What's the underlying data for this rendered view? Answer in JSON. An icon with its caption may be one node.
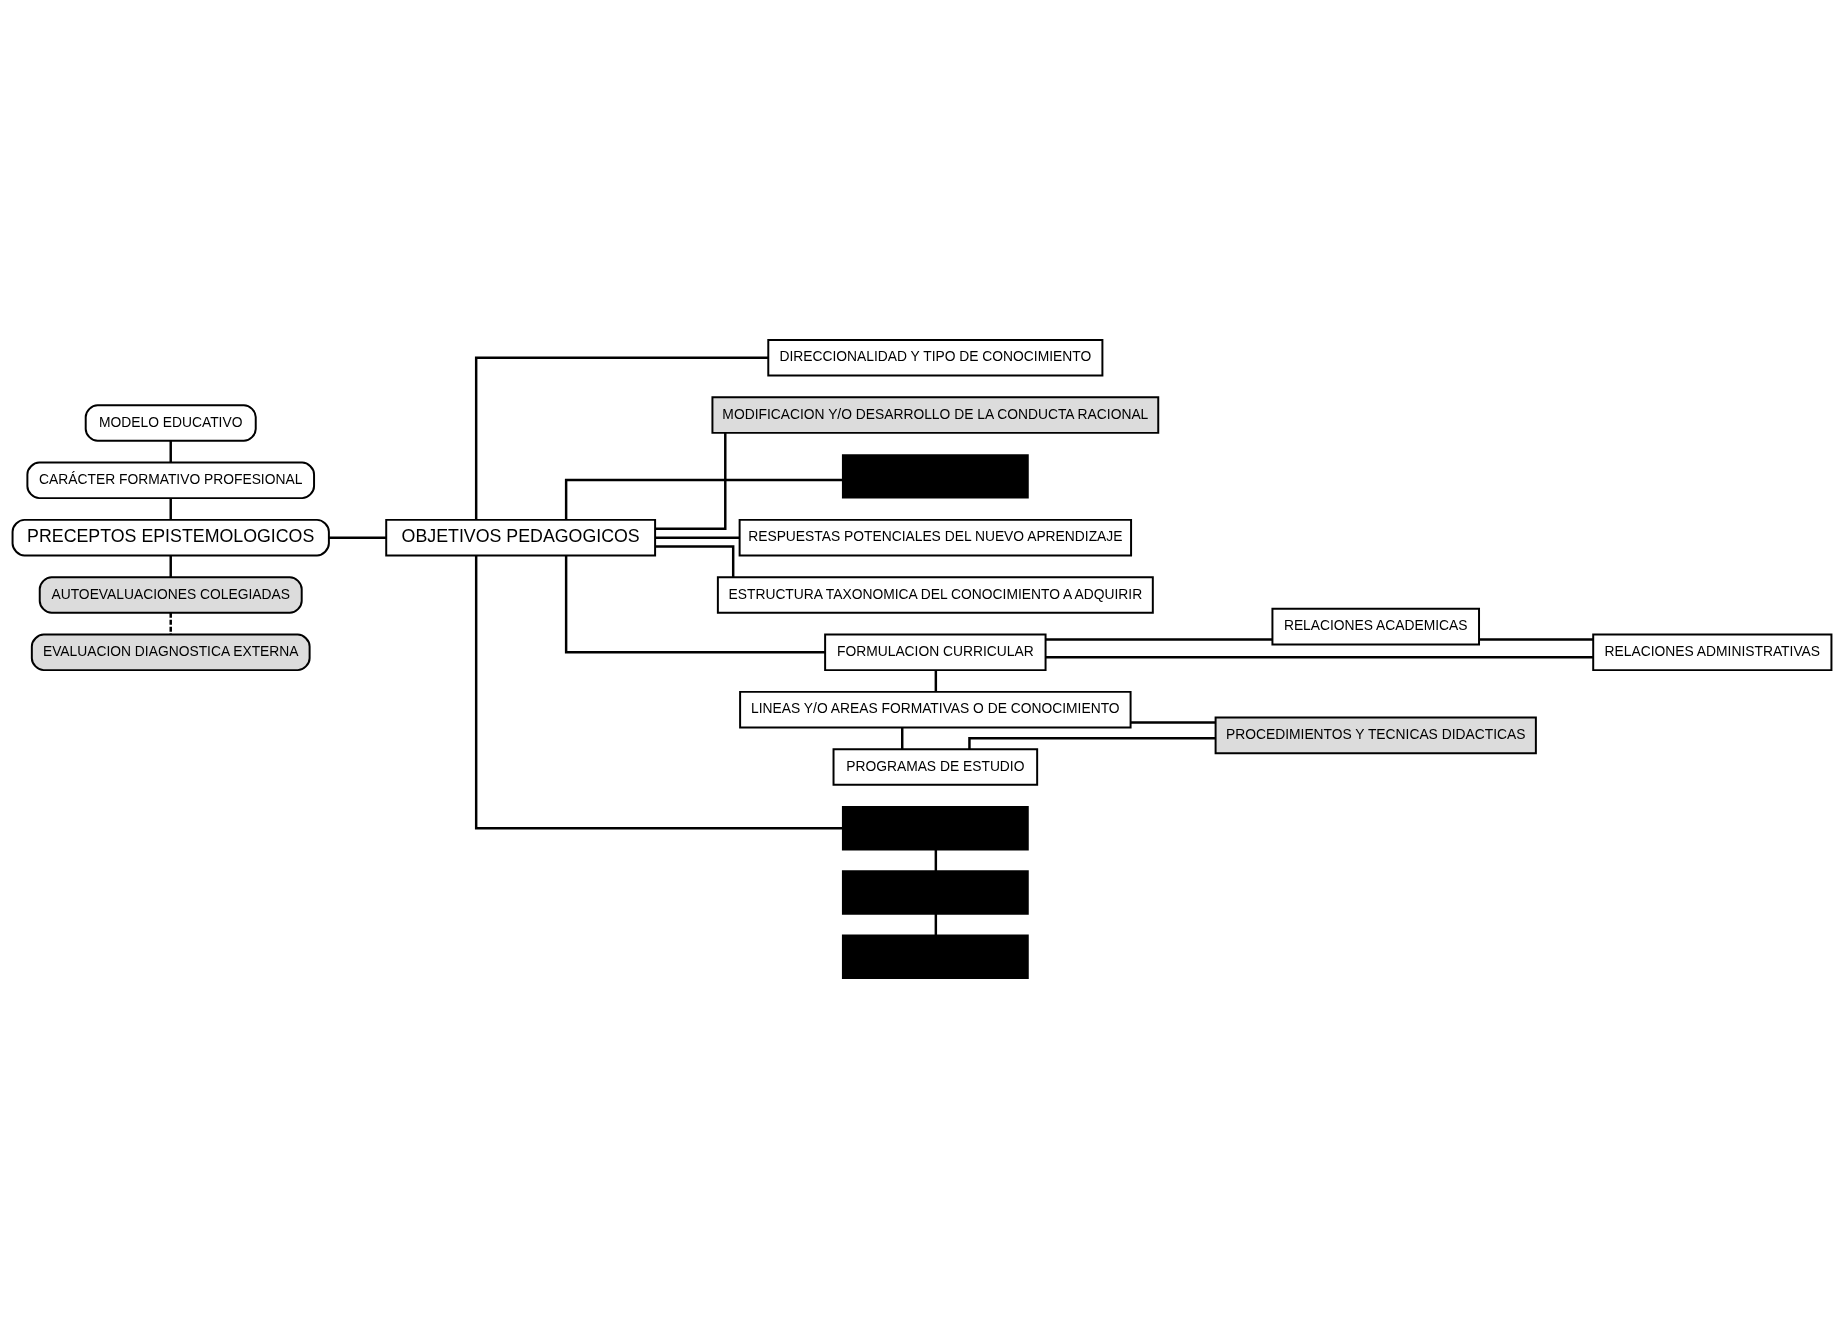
{
  "diagram": {
    "nodes": [
      {
        "text": [
          "MODELO EDUCATIVO"
        ]
      },
      {
        "text": [
          "CARÁCTER FORMATIVO PROFESIONAL"
        ]
      },
      {
        "text": [
          "PRECEPTOS EPISTEMOLOGICOS"
        ]
      },
      {
        "text": [
          "OBJETIVOS PEDAGOGICOS"
        ]
      },
      {
        "text": [
          "DIRECCIONALIDAD Y TIPO DE CONOCIMIENTO"
        ]
      },
      {
        "text": [
          "MODIFICACION Y/O DESARROLLO DE LA CONDUCTA RACIONAL"
        ]
      },
      {
        "text": [],
        "shape": "box"
      },
      {
        "text": [
          "RESPUESTAS POTENCIALES DEL NUEVO APRENDIZAJE"
        ]
      },
      {
        "text": [
          "ESTRUCTURA TAXONOMICA DEL CONOCIMIENTO A ADQUIRIR"
        ]
      },
      {
        "text": [
          "FORMULACION CURRICULAR"
        ]
      },
      {
        "text": [
          "RELACIONES ACADEMICAS"
        ]
      },
      {
        "text": [
          "RELACIONES ADMINISTRATIVAS"
        ]
      },
      {
        "text": [
          "LINEAS Y/O AREAS FORMATIVAS O DE CONOCIMIENTO"
        ]
      },
      {
        "text": [
          "PROCEDIMIENTOS Y TECNICAS DIDACTICAS"
        ]
      },
      {
        "text": [
          "PROGRAMAS DE ESTUDIO"
        ]
      },
      {
        "text": [
          "AUTOEVALUACIONES COLEGIADAS"
        ]
      },
      {
        "text": [
          "EVALUACION DIAGNOSTICA EXTERNA"
        ]
      },
      {
        "text": [],
        "shape": "box"
      },
      {
        "text": [],
        "shape": "box"
      },
      {
        "text": [],
        "shape": "box"
      }
    ],
    "edges": [
      {
        "from": 0,
        "to": 1,
        "arrow": "none"
      },
      {
        "from": 1,
        "to": 2,
        "arrow": "none"
      },
      {
        "from": 2,
        "to": 3,
        "arrow": "none"
      },
      {
        "from": 2,
        "to": 15,
        "arrow": "none"
      },
      {
        "from": 15,
        "to": 16,
        "arrow": "none",
        "style": "dashed"
      },
      {
        "from": 3,
        "to": 4,
        "arrow": "none"
      },
      {
        "from": 3,
        "to": 5,
        "arrow": "none"
      },
      {
        "from": 3,
        "to": 6,
        "arrow": "none"
      },
      {
        "from": 3,
        "to": 7,
        "arrow": "none"
      },
      {
        "from": 3,
        "to": 8,
        "arrow": "none"
      },
      {
        "from": 3,
        "to": 9,
        "arrow": "none"
      },
      {
        "from": 3,
        "to": 17,
        "arrow": "none"
      },
      {
        "from": 9,
        "to": 10,
        "arrow": "none"
      },
      {
        "from": 9,
        "to": 11,
        "arrow": "none"
      },
      {
        "from": 10,
        "to": 11,
        "arrow": "none"
      },
      {
        "from": 9,
        "to": 12,
        "arrow": "none"
      },
      {
        "from": 12,
        "to": 13,
        "arrow": "none"
      },
      {
        "from": 12,
        "to": 14,
        "arrow": "none"
      },
      {
        "from": 14,
        "to": 13,
        "arrow": "none"
      },
      {
        "from": 17,
        "to": 18,
        "arrow": "none"
      },
      {
        "from": 18,
        "to": 19,
        "arrow": "none"
      }
    ]
  }
}
